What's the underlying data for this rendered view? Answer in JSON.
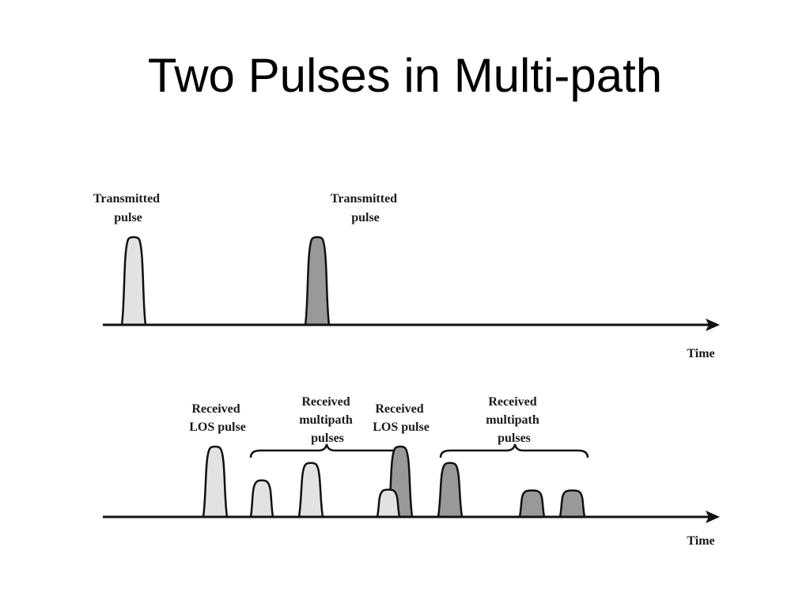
{
  "slide": {
    "title": "Two Pulses in Multi-path"
  },
  "top_timeline": {
    "axis_label": "Time",
    "labels": [
      {
        "lines": [
          "Transmitted",
          "pulse"
        ]
      },
      {
        "lines": [
          "Transmitted",
          "pulse"
        ]
      }
    ],
    "pulses": [
      {
        "shade": "light"
      },
      {
        "shade": "dark"
      }
    ]
  },
  "bottom_timeline": {
    "axis_label": "Time",
    "labels": [
      {
        "lines": [
          "Received",
          "LOS pulse"
        ]
      },
      {
        "lines": [
          "Received",
          "multipath",
          "pulses"
        ]
      },
      {
        "lines": [
          "Received",
          "LOS pulse"
        ]
      },
      {
        "lines": [
          "Received",
          "multipath",
          "pulses"
        ]
      }
    ],
    "pulses": [
      {
        "shade": "light"
      },
      {
        "shade": "light"
      },
      {
        "shade": "light"
      },
      {
        "shade": "dark"
      },
      {
        "shade": "light"
      },
      {
        "shade": "dark"
      },
      {
        "shade": "dark"
      },
      {
        "shade": "dark"
      }
    ]
  },
  "colors": {
    "light_pulse": "#e2e2e2",
    "dark_pulse": "#999999",
    "stroke": "#111111"
  }
}
